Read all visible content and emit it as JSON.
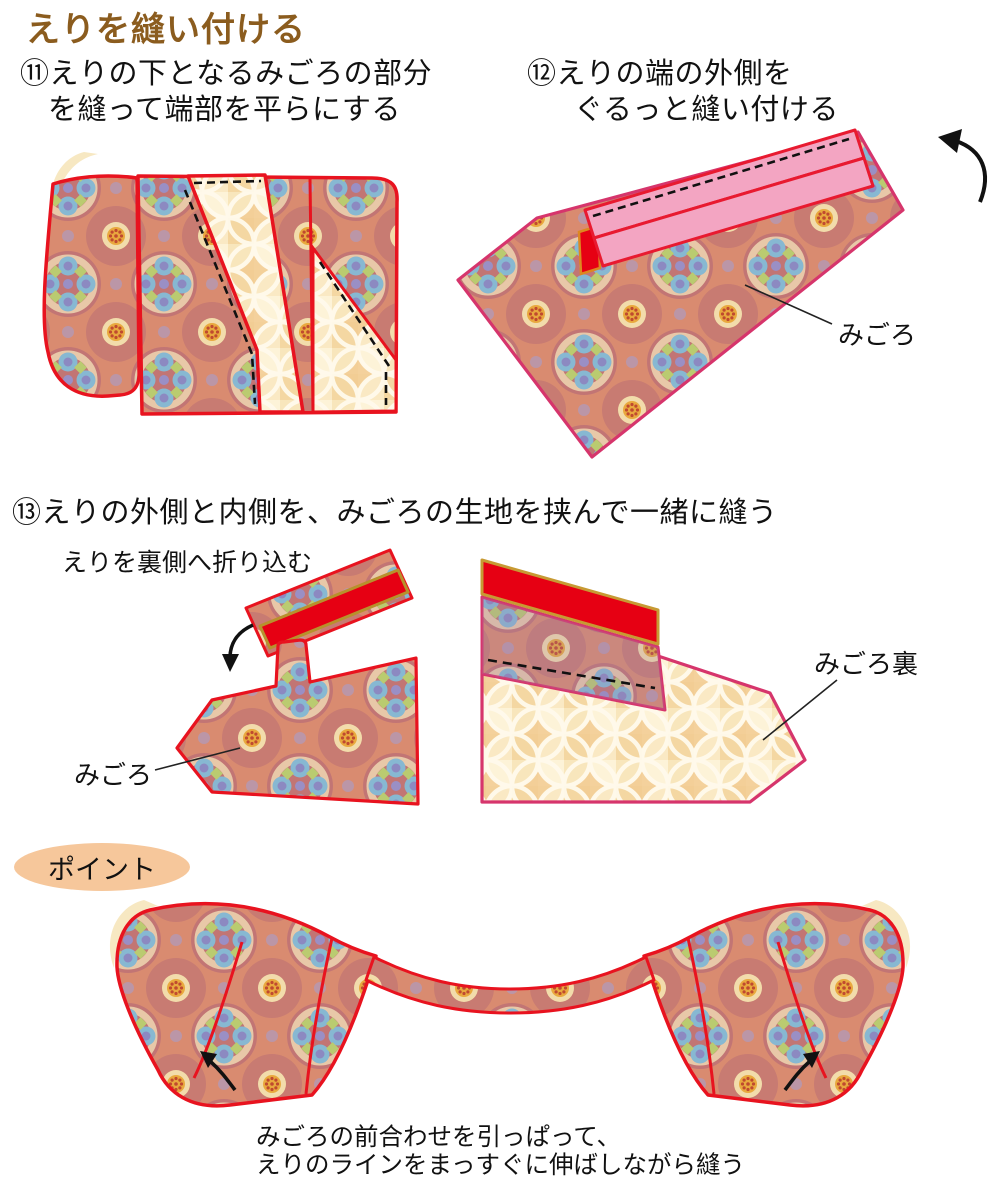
{
  "title": {
    "text": "えりを縫い付ける",
    "color": "#8b5c1e"
  },
  "steps": [
    {
      "line1": "⑪えりの下となるみごろの部分",
      "line2": "を縫って端部を平らにする"
    },
    {
      "line1": "⑫えりの端の外側を",
      "line2": "ぐるっと縫い付ける"
    },
    {
      "line1": "⑬えりの外側と内側を、みごろの生地を挟んで一緒に縫う"
    }
  ],
  "annotations": {
    "fold_note": "えりを裏側へ折り込む",
    "migoro": "みごろ",
    "migoro_ura": "みごろ裏"
  },
  "point": {
    "badge": "ポイント",
    "caption_line1": "みごろの前合わせを引っぱって、",
    "caption_line2": "えりのラインをまっすぐに伸ばしながら縫う"
  },
  "colors": {
    "title_brown": "#8b5c1e",
    "badge_peach": "#f6c79b",
    "outline_red": "#e8131f",
    "outline_rose": "#d6356c",
    "collar_pink": "#f3a5c2",
    "collar_red": "#e60013",
    "gold_trim": "#c79a33",
    "fabric_salmon": "#d98b70",
    "fabric_cream": "#f8e9c4",
    "stitch_black": "#1a1a1a"
  },
  "icons": {
    "rotate_arrow": "curved-arrow",
    "fold_arrow": "curved-arrow",
    "pull_arrow_left": "curved-arrow",
    "pull_arrow_right": "curved-arrow"
  }
}
